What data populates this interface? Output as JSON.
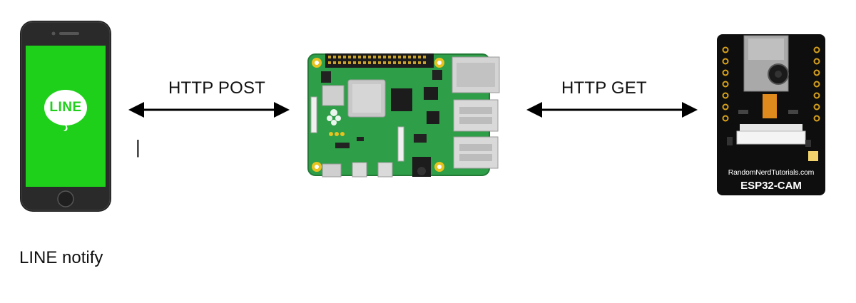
{
  "diagram": {
    "left_arrow_label": "HTTP POST",
    "right_arrow_label": "HTTP GET",
    "phone_caption": "LINE notify",
    "phone": {
      "app_icon_text": "LINE",
      "screen_color": "#1ed01a"
    },
    "esp32": {
      "site_text": "RandomNerdTutorials.com",
      "board_name": "ESP32-CAM"
    },
    "text_cursor": "|"
  }
}
